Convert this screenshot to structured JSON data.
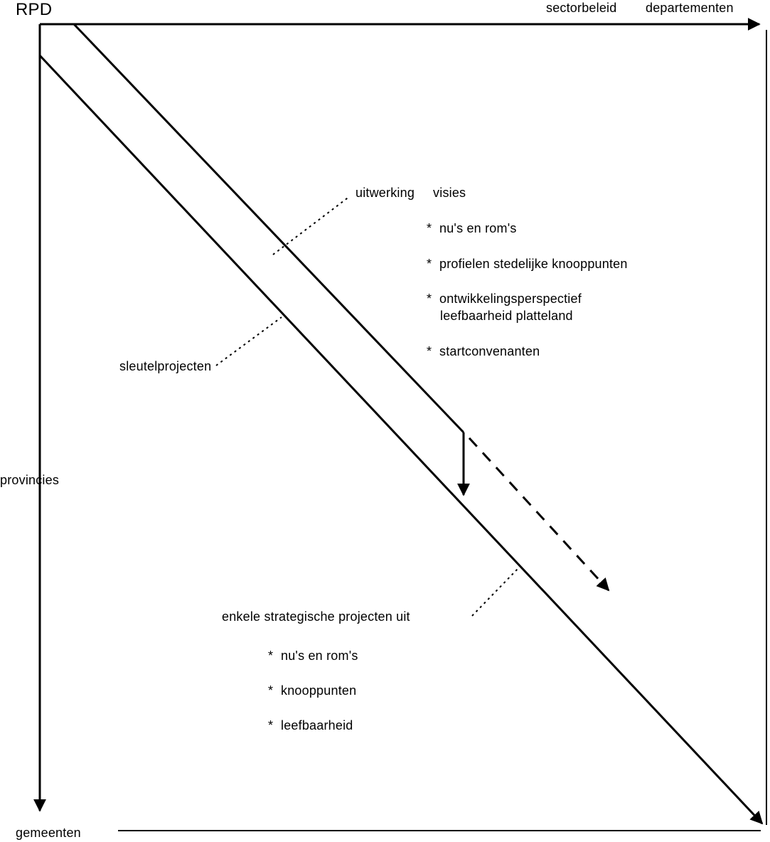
{
  "axes": {
    "origin_label": "RPD",
    "top_right_a": "sectorbeleid",
    "top_right_b": "departementen",
    "left_mid": "provincies",
    "bottom_left": "gemeenten"
  },
  "upper_note": {
    "heading_a": "uitwerking",
    "heading_b": "visies",
    "items": [
      "nu's en rom's",
      "profielen stedelijke knooppunten",
      "ontwikkelingsperspectief",
      "leefbaarheid platteland",
      "startconvenanten"
    ],
    "bullet": "*"
  },
  "middle_note": {
    "label": "sleutelprojecten"
  },
  "lower_note": {
    "heading": "enkele strategische projecten uit",
    "items": [
      "nu's en rom's",
      "knooppunten",
      "leefbaarheid"
    ],
    "bullet": "*"
  }
}
